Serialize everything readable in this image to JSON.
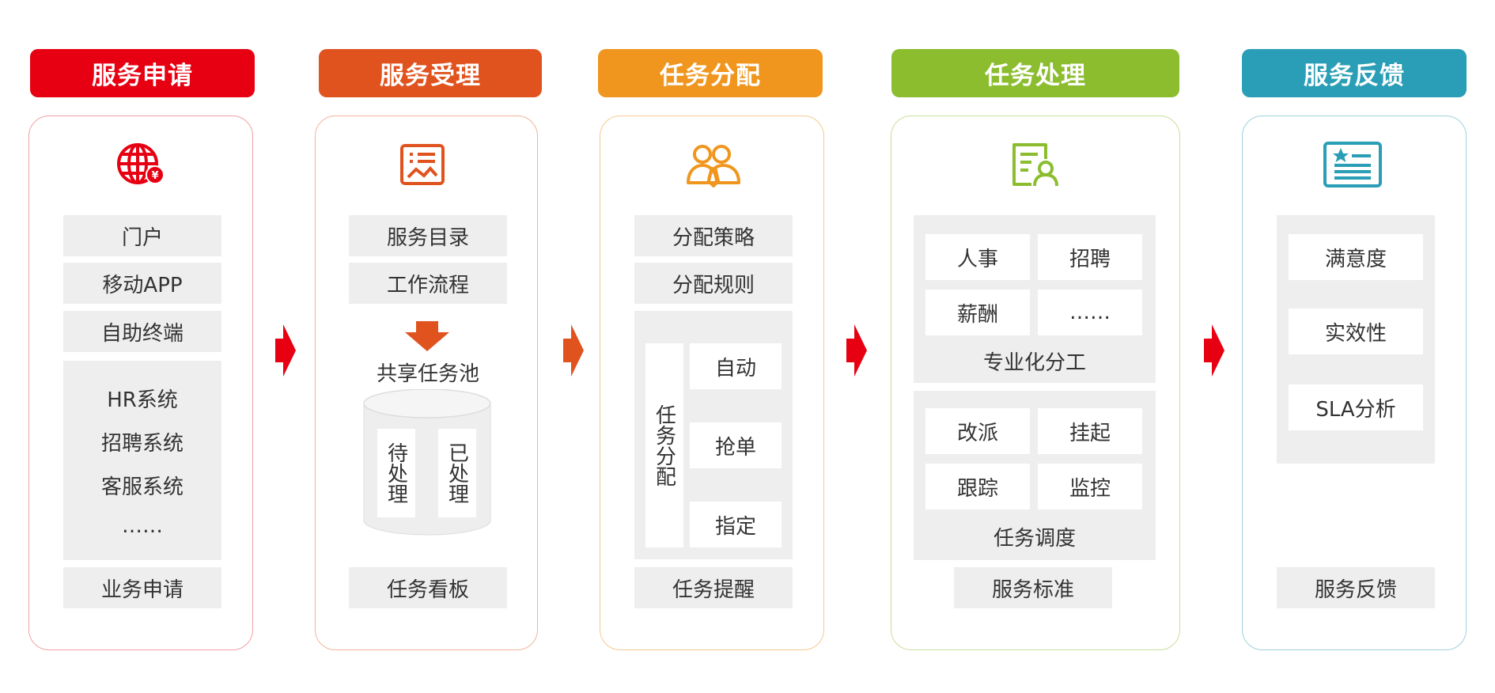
{
  "columns": [
    {
      "title": "服务申请",
      "color": "#e60012",
      "border": "#f0a0a6",
      "items": [
        "门户",
        "移动APP",
        "自助终端"
      ],
      "group": [
        "HR系统",
        "招聘系统",
        "客服系统",
        "……"
      ],
      "footer": "业务申请",
      "icon": "globe-yen-icon"
    },
    {
      "title": "服务受理",
      "color": "#e0531f",
      "border": "#f2b49b",
      "items": [
        "服务目录",
        "工作流程"
      ],
      "pool_label": "共享任务池",
      "pool_items": [
        "待处理",
        "已处理"
      ],
      "footer": "任务看板",
      "icon": "catalog-chart-icon"
    },
    {
      "title": "任务分配",
      "color": "#f0961e",
      "border": "#f6c98f",
      "items": [
        "分配策略",
        "分配规则"
      ],
      "group_label": "任务分配",
      "group_items": [
        "自动",
        "抢单",
        "指定"
      ],
      "footer": "任务提醒",
      "icon": "users-group-icon"
    },
    {
      "title": "任务处理",
      "color": "#8bbd2f",
      "border": "#c8df9a",
      "grid1": [
        "人事",
        "招聘",
        "薪酬",
        "……"
      ],
      "grid1_label": "专业化分工",
      "grid2": [
        "改派",
        "挂起",
        "跟踪",
        "监控"
      ],
      "grid2_label": "任务调度",
      "footer": "服务标准",
      "icon": "document-user-icon"
    },
    {
      "title": "服务反馈",
      "color": "#2a9eb6",
      "border": "#9ed2de",
      "items": [
        "满意度",
        "实效性",
        "SLA分析"
      ],
      "footer": "服务反馈",
      "icon": "star-list-icon"
    }
  ],
  "arrow_colors": [
    "#e60012",
    "#e0531f",
    "#e60012",
    "#e60012"
  ]
}
